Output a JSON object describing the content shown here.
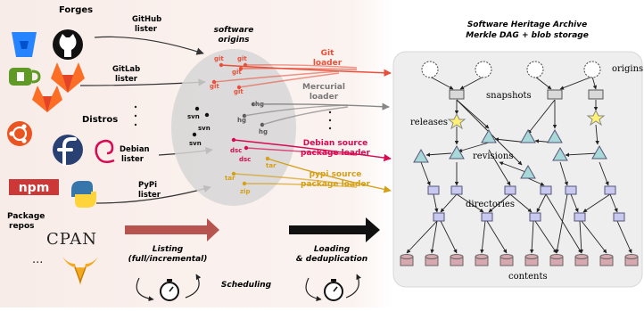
{
  "sections": {
    "forges": "Forges",
    "distros": "Distros",
    "package_repos": [
      "Package",
      "repos"
    ],
    "software_origins": [
      "software",
      "origins"
    ],
    "archive_title": [
      "Software Heritage Archive",
      "Merkle DAG + blob storage"
    ]
  },
  "listers": {
    "github": [
      "GitHub",
      "lister"
    ],
    "gitlab": [
      "GitLab",
      "lister"
    ],
    "debian": [
      "Debian",
      "lister"
    ],
    "pypi": [
      "PyPi",
      "lister"
    ]
  },
  "origin_tags": {
    "git": [
      "git",
      "git",
      "git",
      "git",
      "git",
      "git"
    ],
    "hg": [
      "hg",
      "hg",
      "hg"
    ],
    "svn": [
      "svn",
      "svn",
      "svn"
    ],
    "dsc": [
      "dsc",
      "dsc"
    ],
    "tar": [
      "tar",
      "tar"
    ],
    "zip": [
      "zip"
    ]
  },
  "loaders": {
    "git": [
      "Git",
      "loader"
    ],
    "mercurial": [
      "Mercurial",
      "loader"
    ],
    "debian": [
      "Debian source",
      "package loader"
    ],
    "pypi": [
      "pypi source",
      "package loader"
    ]
  },
  "bottom": {
    "listing": [
      "Listing",
      "(full/incremental)"
    ],
    "loading": [
      "Loading",
      "& deduplication"
    ],
    "scheduling": "Scheduling",
    "ellipsis": "..."
  },
  "logos": {
    "npm": "npm",
    "cpan": "CPAN"
  },
  "dag_labels": {
    "origins": "origins",
    "snapshots": "snapshots",
    "releases": "releases",
    "revisions": "revisions",
    "directories": "directories",
    "contents": "contents"
  },
  "colors": {
    "git": "#e8503a",
    "mercurial": "#888888",
    "debian": "#d70a53",
    "pypi": "#d4a017",
    "listing_arrow": "#b85450",
    "panel": "#efefef"
  }
}
